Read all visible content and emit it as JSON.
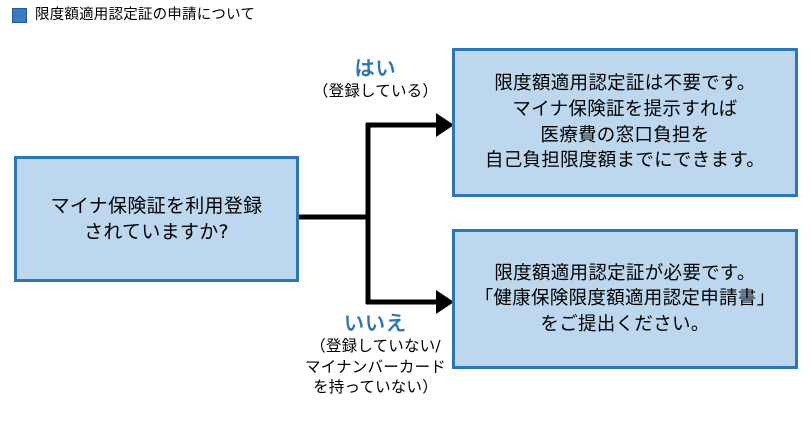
{
  "header": {
    "bullet_icon": "blue-square-bullet",
    "title": "限度額適用認定証の申請について",
    "bullet_color": "#3a7ac4"
  },
  "theme": {
    "box_fill": "#bdd7ee",
    "box_border": "#2e75b6",
    "accent_text": "#2e75b6",
    "connector_color": "#000000",
    "background": "#ffffff"
  },
  "flowchart": {
    "type": "decision-flow",
    "question_box": {
      "text": "マイナ保険証を利用登録\nされていますか?"
    },
    "branches": [
      {
        "id": "yes",
        "label": "はい",
        "sublabel": "（登録している）",
        "result_box": {
          "text": "限度額適用認定証は不要です。\nマイナ保険証を提示すれば\n医療費の窓口負担を\n自己負担限度額までにできます。"
        }
      },
      {
        "id": "no",
        "label": "いいえ",
        "sublabel": "（登録していない/\nマイナンバーカード\nを持っていない）",
        "result_box": {
          "text": "限度額適用認定証が必要です。\n「健康保険限度額適用認定申請書」\nをご提出ください。"
        }
      }
    ]
  }
}
